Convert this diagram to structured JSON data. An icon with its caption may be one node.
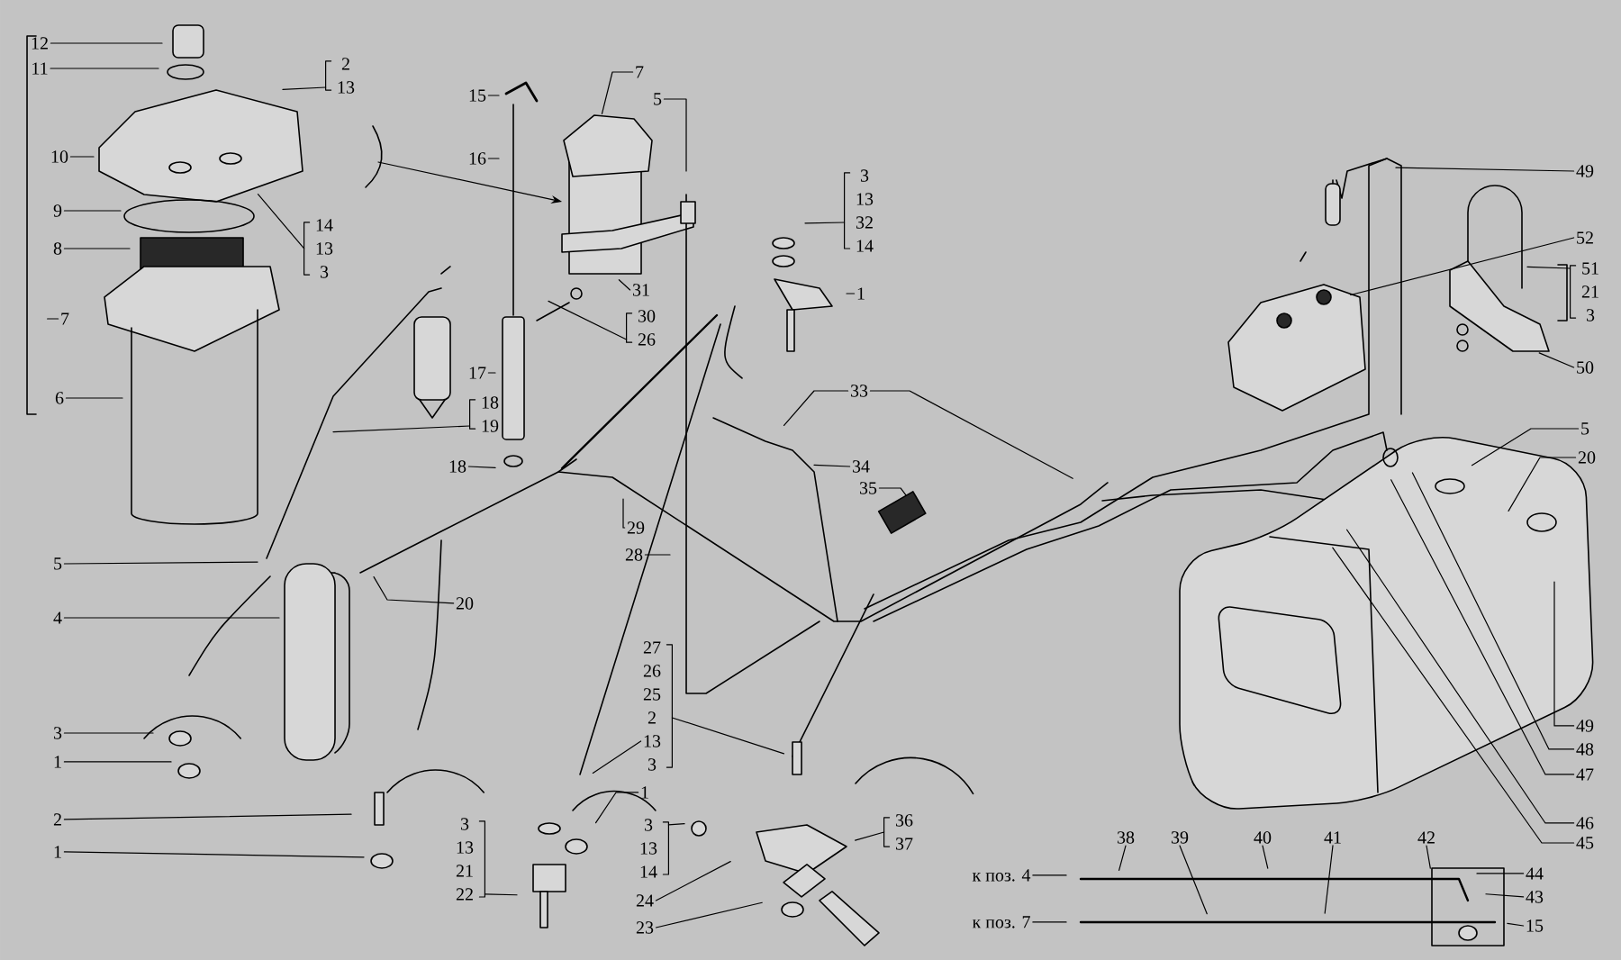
{
  "diagram": {
    "nodes": [
      {
        "text": [
          "12"
        ]
      },
      {
        "text": [
          "11"
        ]
      },
      {
        "text": [
          "10"
        ]
      },
      {
        "text": [
          "9"
        ]
      },
      {
        "text": [
          "8"
        ]
      },
      {
        "text": [
          "7"
        ]
      },
      {
        "text": [
          "6"
        ]
      },
      {
        "text": [
          "2",
          "13"
        ]
      },
      {
        "text": [
          "14",
          "13",
          "3"
        ]
      },
      {
        "text": [
          "15"
        ]
      },
      {
        "text": [
          "16"
        ]
      },
      {
        "text": [
          "17"
        ]
      },
      {
        "text": [
          "18",
          "19"
        ]
      },
      {
        "text": [
          "18"
        ]
      },
      {
        "text": [
          "7"
        ]
      },
      {
        "text": [
          "5"
        ]
      },
      {
        "text": [
          "31"
        ]
      },
      {
        "text": [
          "30",
          "26"
        ]
      },
      {
        "text": [
          "3",
          "13",
          "32",
          "14"
        ]
      },
      {
        "text": [
          "1"
        ]
      },
      {
        "text": [
          "33"
        ]
      },
      {
        "text": [
          "34"
        ]
      },
      {
        "text": [
          "35"
        ]
      },
      {
        "text": [
          "29"
        ]
      },
      {
        "text": [
          "28"
        ]
      },
      {
        "text": [
          "27",
          "26",
          "25",
          "2",
          "13",
          "3"
        ]
      },
      {
        "text": [
          "1"
        ]
      },
      {
        "text": [
          "3",
          "13",
          "21",
          "22"
        ]
      },
      {
        "text": [
          "3",
          "13",
          "14"
        ]
      },
      {
        "text": [
          "24"
        ]
      },
      {
        "text": [
          "23"
        ]
      },
      {
        "text": [
          "36",
          "37"
        ]
      },
      {
        "text": [
          "5"
        ]
      },
      {
        "text": [
          "4"
        ]
      },
      {
        "text": [
          "20"
        ]
      },
      {
        "text": [
          "3"
        ]
      },
      {
        "text": [
          "1"
        ]
      },
      {
        "text": [
          "2"
        ]
      },
      {
        "text": [
          "1"
        ]
      },
      {
        "text": [
          "49"
        ]
      },
      {
        "text": [
          "52"
        ]
      },
      {
        "text": [
          "51",
          "21",
          "3"
        ]
      },
      {
        "text": [
          "50"
        ]
      },
      {
        "text": [
          "5"
        ]
      },
      {
        "text": [
          "20"
        ]
      },
      {
        "text": [
          "49"
        ]
      },
      {
        "text": [
          "48"
        ]
      },
      {
        "text": [
          "47"
        ]
      },
      {
        "text": [
          "46"
        ]
      },
      {
        "text": [
          "45"
        ]
      },
      {
        "text": [
          "38"
        ]
      },
      {
        "text": [
          "39"
        ]
      },
      {
        "text": [
          "40"
        ]
      },
      {
        "text": [
          "41"
        ]
      },
      {
        "text": [
          "42"
        ]
      },
      {
        "text": [
          "44"
        ]
      },
      {
        "text": [
          "43"
        ]
      },
      {
        "text": [
          "15"
        ]
      },
      {
        "text": [
          "к поз. 4"
        ]
      },
      {
        "text": [
          "к поз. 7"
        ]
      }
    ],
    "edges": [
      {
        "from": 0,
        "to": null,
        "arrow": "none"
      },
      {
        "from": 1,
        "to": null,
        "arrow": "none"
      },
      {
        "from": 2,
        "to": null,
        "arrow": "none"
      },
      {
        "from": 3,
        "to": null,
        "arrow": "none"
      },
      {
        "from": 4,
        "to": null,
        "arrow": "none"
      },
      {
        "from": 6,
        "to": null,
        "arrow": "none"
      },
      {
        "from": 7,
        "to": null,
        "arrow": "none"
      },
      {
        "from": 8,
        "to": null,
        "arrow": "none"
      },
      {
        "from": 9,
        "to": null,
        "arrow": "none"
      },
      {
        "from": 10,
        "to": null,
        "arrow": "none"
      },
      {
        "from": 11,
        "to": null,
        "arrow": "none"
      },
      {
        "from": 12,
        "to": null,
        "arrow": "none"
      },
      {
        "from": 13,
        "to": null,
        "arrow": "none"
      },
      {
        "from": 14,
        "to": null,
        "arrow": "none"
      },
      {
        "from": 15,
        "to": null,
        "arrow": "none"
      },
      {
        "from": 16,
        "to": null,
        "arrow": "none"
      },
      {
        "from": 17,
        "to": null,
        "arrow": "none"
      },
      {
        "from": 18,
        "to": null,
        "arrow": "none"
      },
      {
        "from": 19,
        "to": null,
        "arrow": "none"
      },
      {
        "from": 20,
        "to": null,
        "arrow": "none"
      },
      {
        "from": 20,
        "to": null,
        "arrow": "none"
      },
      {
        "from": 21,
        "to": null,
        "arrow": "none"
      },
      {
        "from": 22,
        "to": null,
        "arrow": "none"
      },
      {
        "from": 23,
        "to": null,
        "arrow": "none"
      },
      {
        "from": 24,
        "to": null,
        "arrow": "none"
      },
      {
        "from": 25,
        "to": null,
        "arrow": "none"
      },
      {
        "from": 25,
        "to": null,
        "arrow": "none"
      },
      {
        "from": 26,
        "to": null,
        "arrow": "none"
      },
      {
        "from": 27,
        "to": null,
        "arrow": "none"
      },
      {
        "from": 28,
        "to": null,
        "arrow": "none"
      },
      {
        "from": 29,
        "to": null,
        "arrow": "none"
      },
      {
        "from": 30,
        "to": null,
        "arrow": "none"
      },
      {
        "from": 31,
        "to": null,
        "arrow": "none"
      },
      {
        "from": 32,
        "to": null,
        "arrow": "none"
      },
      {
        "from": 33,
        "to": null,
        "arrow": "none"
      },
      {
        "from": 34,
        "to": null,
        "arrow": "none"
      },
      {
        "from": 35,
        "to": null,
        "arrow": "none"
      },
      {
        "from": 36,
        "to": null,
        "arrow": "none"
      },
      {
        "from": 37,
        "to": null,
        "arrow": "none"
      },
      {
        "from": 38,
        "to": null,
        "arrow": "none"
      },
      {
        "from": 39,
        "to": null,
        "arrow": "none"
      },
      {
        "from": 40,
        "to": null,
        "arrow": "none"
      },
      {
        "from": 41,
        "to": null,
        "arrow": "none"
      },
      {
        "from": 42,
        "to": null,
        "arrow": "none"
      },
      {
        "from": 43,
        "to": null,
        "arrow": "none"
      },
      {
        "from": 44,
        "to": null,
        "arrow": "none"
      },
      {
        "from": 45,
        "to": null,
        "arrow": "none"
      },
      {
        "from": 46,
        "to": null,
        "arrow": "none"
      },
      {
        "from": 47,
        "to": null,
        "arrow": "none"
      },
      {
        "from": 48,
        "to": null,
        "arrow": "none"
      },
      {
        "from": 49,
        "to": null,
        "arrow": "none"
      },
      {
        "from": 50,
        "to": null,
        "arrow": "none"
      },
      {
        "from": 51,
        "to": null,
        "arrow": "none"
      },
      {
        "from": 52,
        "to": null,
        "arrow": "none"
      },
      {
        "from": 53,
        "to": null,
        "arrow": "none"
      },
      {
        "from": 54,
        "to": null,
        "arrow": "none"
      },
      {
        "from": 55,
        "to": null,
        "arrow": "none"
      },
      {
        "from": 56,
        "to": null,
        "arrow": "none"
      },
      {
        "from": 57,
        "to": null,
        "arrow": "none"
      },
      {
        "from": 58,
        "to": null,
        "arrow": "none"
      },
      {
        "from": 59,
        "to": null,
        "arrow": "none"
      }
    ]
  }
}
